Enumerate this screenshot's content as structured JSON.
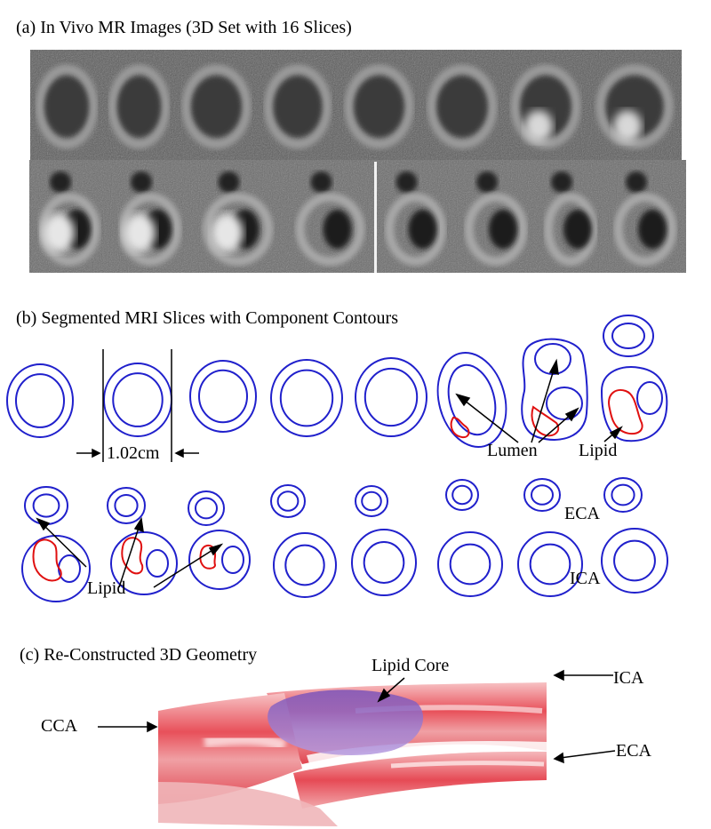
{
  "panel_a": {
    "title": "(a)  In Vivo MR Images (3D Set with 16 Slices)"
  },
  "panel_b": {
    "title": "(b) Segmented MRI Slices with Component Contours",
    "scale_label": "1.02cm",
    "lumen_label": "Lumen",
    "lipid_label_top": "Lipid",
    "lipid_label_bottom": "Lipid",
    "eca_label": "ECA",
    "ica_label": "ICA",
    "contour_color": "#2020cc",
    "lipid_color": "#e01010"
  },
  "panel_c": {
    "title": "(c)  Re-Constructed 3D Geometry",
    "lipid_core_label": "Lipid Core",
    "cca_label": "CCA",
    "ica_label": "ICA",
    "eca_label": "ECA",
    "vessel_color": "#e8505a",
    "lipid_core_color": "#8a5cc8"
  }
}
